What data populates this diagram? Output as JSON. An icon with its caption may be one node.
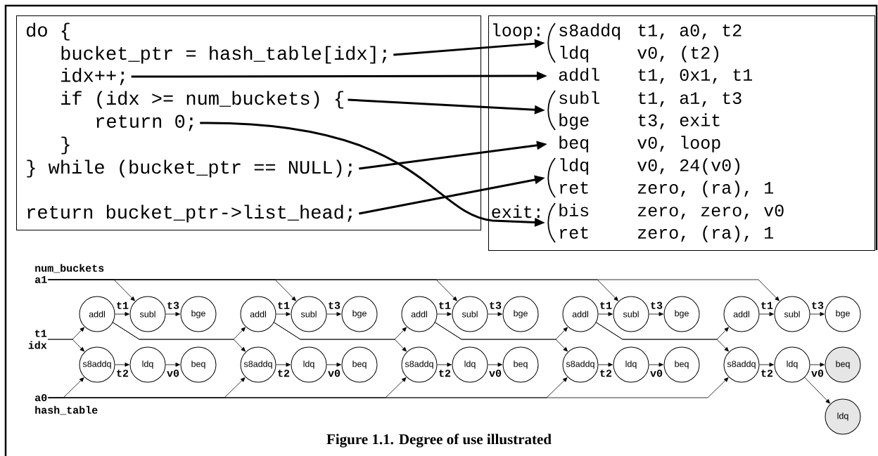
{
  "diagram": {
    "caption": "Figure 1.1. Degree of use illustrated",
    "nodes": [
      {
        "text": [],
        "shape": "box"
      },
      {
        "text": [
          "do {"
        ],
        "in": 0
      },
      {
        "text": [
          "bucket_ptr = hash_table[idx];"
        ],
        "in": 0
      },
      {
        "text": [
          "idx++;"
        ],
        "in": 0
      },
      {
        "text": [
          "if (idx >= num_buckets) {"
        ],
        "in": 0
      },
      {
        "text": [
          "return 0;"
        ],
        "in": 0
      },
      {
        "text": [
          "}"
        ],
        "in": 0
      },
      {
        "text": [
          "} while (bucket_ptr == NULL);"
        ],
        "in": 0
      },
      {
        "text": [
          "return bucket_ptr->list_head;"
        ],
        "in": 0
      },
      {
        "text": [],
        "shape": "box"
      },
      {
        "text": [
          "loop:",
          "s8addq",
          "t1, a0, t2",
          "ldq",
          "v0, (t2)"
        ],
        "in": 9
      },
      {
        "text": [
          "addl",
          "t1, 0x1, t1"
        ],
        "in": 9
      },
      {
        "text": [
          "subl",
          "t1, a1, t3",
          "bge",
          "t3, exit"
        ],
        "in": 9
      },
      {
        "text": [
          "beq",
          "v0, loop"
        ],
        "in": 9
      },
      {
        "text": [
          "ldq",
          "v0, 24(v0)",
          "ret",
          "zero, (ra), 1"
        ],
        "in": 9
      },
      {
        "text": [
          "exit:",
          "bis",
          "zero, zero, v0",
          "ret",
          "zero, (ra), 1"
        ],
        "in": 9
      },
      {
        "text": [
          "num_buckets",
          "a1"
        ]
      },
      {
        "text": [
          "t1",
          "idx"
        ]
      },
      {
        "text": [
          "a0",
          "hash_table"
        ]
      },
      {
        "text": [
          "addl"
        ]
      },
      {
        "text": [
          "subl"
        ]
      },
      {
        "text": [
          "bge"
        ]
      },
      {
        "text": [
          "s8addq"
        ]
      },
      {
        "text": [
          "ldq"
        ]
      },
      {
        "text": [
          "beq"
        ]
      },
      {
        "text": [
          "addl"
        ]
      },
      {
        "text": [
          "subl"
        ]
      },
      {
        "text": [
          "bge"
        ]
      },
      {
        "text": [
          "s8addq"
        ]
      },
      {
        "text": [
          "ldq"
        ]
      },
      {
        "text": [
          "beq"
        ]
      },
      {
        "text": [
          "addl"
        ]
      },
      {
        "text": [
          "subl"
        ]
      },
      {
        "text": [
          "bge"
        ]
      },
      {
        "text": [
          "s8addq"
        ]
      },
      {
        "text": [
          "ldq"
        ]
      },
      {
        "text": [
          "beq"
        ]
      },
      {
        "text": [
          "addl"
        ]
      },
      {
        "text": [
          "subl"
        ]
      },
      {
        "text": [
          "bge"
        ]
      },
      {
        "text": [
          "s8addq"
        ]
      },
      {
        "text": [
          "ldq"
        ]
      },
      {
        "text": [
          "beq"
        ]
      },
      {
        "text": [
          "addl"
        ]
      },
      {
        "text": [
          "subl"
        ]
      },
      {
        "text": [
          "bge"
        ]
      },
      {
        "text": [
          "s8addq"
        ]
      },
      {
        "text": [
          "ldq"
        ]
      },
      {
        "text": [
          "beq"
        ]
      },
      {
        "text": [
          "ldq"
        ]
      }
    ],
    "edges": [
      {
        "from": 2,
        "to": 10,
        "arrow": "to",
        "style": "thick"
      },
      {
        "from": 3,
        "to": 11,
        "arrow": "to",
        "style": "thick"
      },
      {
        "from": 4,
        "to": 12,
        "arrow": "to",
        "style": "thick"
      },
      {
        "from": 5,
        "to": 15,
        "arrow": "to",
        "style": "thick"
      },
      {
        "from": 7,
        "to": 13,
        "arrow": "to",
        "style": "thick"
      },
      {
        "from": 8,
        "to": 14,
        "arrow": "to",
        "style": "thick"
      },
      {
        "from": 16,
        "to": 20,
        "arrow": "to"
      },
      {
        "from": 16,
        "to": 26,
        "arrow": "to"
      },
      {
        "from": 16,
        "to": 32,
        "arrow": "to"
      },
      {
        "from": 16,
        "to": 38,
        "arrow": "to"
      },
      {
        "from": 16,
        "to": 44,
        "arrow": "to"
      },
      {
        "from": 17,
        "to": 19,
        "arrow": "to"
      },
      {
        "from": 17,
        "to": 22,
        "arrow": "to"
      },
      {
        "from": 18,
        "to": 22,
        "arrow": "to"
      },
      {
        "from": 18,
        "to": 28,
        "arrow": "to"
      },
      {
        "from": 18,
        "to": 34,
        "arrow": "to"
      },
      {
        "from": 18,
        "to": 40,
        "arrow": "to"
      },
      {
        "from": 18,
        "to": 46,
        "arrow": "to"
      },
      {
        "from": 19,
        "to": 25,
        "arrow": "to"
      },
      {
        "from": 19,
        "to": 28,
        "arrow": "to"
      },
      {
        "from": 25,
        "to": 31,
        "arrow": "to"
      },
      {
        "from": 25,
        "to": 34,
        "arrow": "to"
      },
      {
        "from": 31,
        "to": 37,
        "arrow": "to"
      },
      {
        "from": 31,
        "to": 40,
        "arrow": "to"
      },
      {
        "from": 37,
        "to": 43,
        "arrow": "to"
      },
      {
        "from": 37,
        "to": 46,
        "arrow": "to"
      },
      {
        "from": 19,
        "to": 20,
        "arrow": "to",
        "label": "t1"
      },
      {
        "from": 20,
        "to": 21,
        "arrow": "to",
        "label": "t3"
      },
      {
        "from": 22,
        "to": 23,
        "arrow": "to",
        "label": "t2"
      },
      {
        "from": 23,
        "to": 24,
        "arrow": "to",
        "label": "v0"
      },
      {
        "from": 25,
        "to": 26,
        "arrow": "to",
        "label": "t1"
      },
      {
        "from": 26,
        "to": 27,
        "arrow": "to",
        "label": "t3"
      },
      {
        "from": 28,
        "to": 29,
        "arrow": "to",
        "label": "t2"
      },
      {
        "from": 29,
        "to": 30,
        "arrow": "to",
        "label": "v0"
      },
      {
        "from": 31,
        "to": 32,
        "arrow": "to",
        "label": "t1"
      },
      {
        "from": 32,
        "to": 33,
        "arrow": "to",
        "label": "t3"
      },
      {
        "from": 34,
        "to": 35,
        "arrow": "to",
        "label": "t2"
      },
      {
        "from": 35,
        "to": 36,
        "arrow": "to",
        "label": "v0"
      },
      {
        "from": 37,
        "to": 38,
        "arrow": "to",
        "label": "t1"
      },
      {
        "from": 38,
        "to": 39,
        "arrow": "to",
        "label": "t3"
      },
      {
        "from": 40,
        "to": 41,
        "arrow": "to",
        "label": "t2"
      },
      {
        "from": 41,
        "to": 42,
        "arrow": "to",
        "label": "v0"
      },
      {
        "from": 43,
        "to": 44,
        "arrow": "to",
        "label": "t1"
      },
      {
        "from": 44,
        "to": 45,
        "arrow": "to",
        "label": "t3"
      },
      {
        "from": 46,
        "to": 47,
        "arrow": "to",
        "label": "t2"
      },
      {
        "from": 47,
        "to": 48,
        "arrow": "to",
        "label": "v0"
      },
      {
        "from": 47,
        "to": 49,
        "arrow": "to"
      }
    ]
  }
}
